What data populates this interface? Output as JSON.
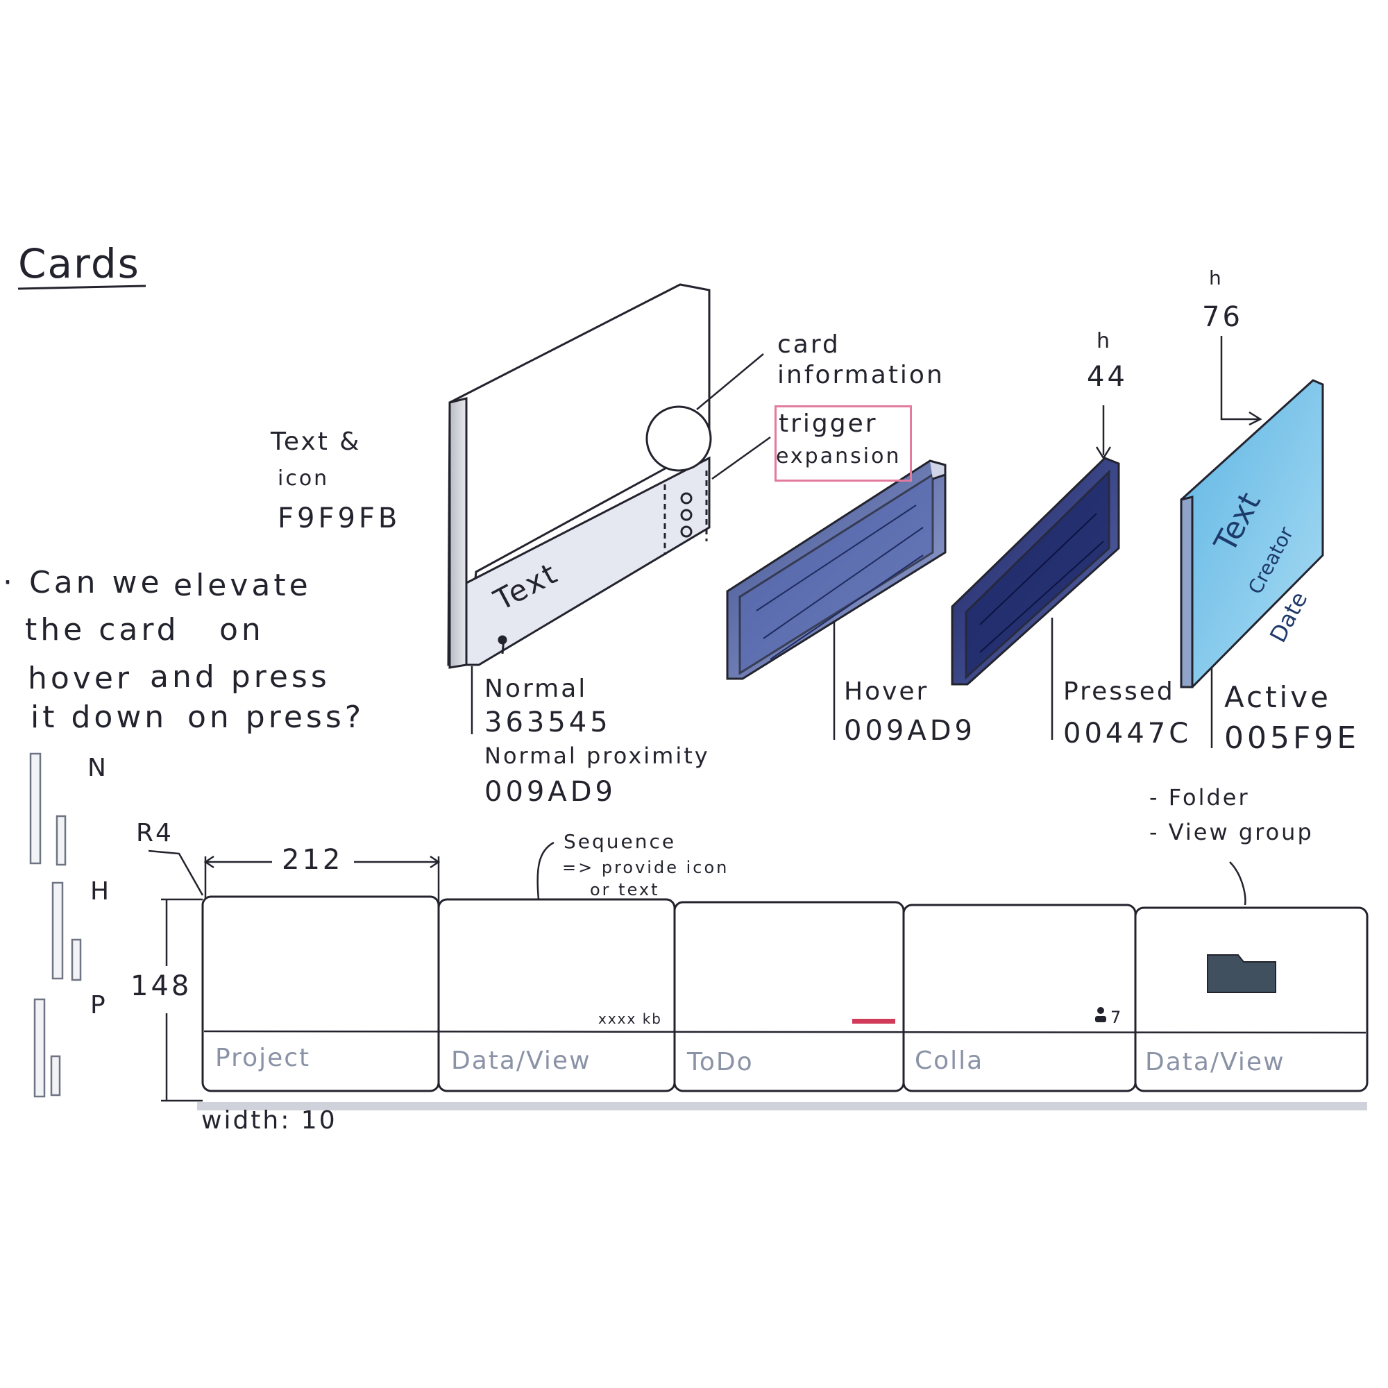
{
  "title": "Cards",
  "question": [
    "· Can we",
    "elevate",
    "the card",
    "on",
    "hover",
    "and press",
    "it down",
    "on press?"
  ],
  "text_icon": {
    "line1": "Text &",
    "line2": "icon",
    "hex": "F9F9FB"
  },
  "card_information": {
    "line1": "card",
    "line2": "information"
  },
  "trigger_expansion": {
    "line1": "trigger",
    "line2": "expansion"
  },
  "card_text": "Text",
  "states": {
    "normal": {
      "label": "Normal",
      "hex": "363545",
      "proximity_label": "Normal proximity",
      "proximity_hex": "009AD9"
    },
    "hover": {
      "label": "Hover",
      "hex": "009AD9"
    },
    "pressed": {
      "label": "Pressed",
      "hex": "00447C"
    },
    "active": {
      "label": "Active",
      "hex": "005F9E"
    }
  },
  "heights": {
    "pressed_h_label": "h",
    "pressed_h": "44",
    "active_h_label": "h",
    "active_h": "76"
  },
  "active_card": {
    "line1": "Text",
    "line2": "Creator",
    "line3": "Date"
  },
  "mini_states": [
    "N",
    "H",
    "P"
  ],
  "dimensions": {
    "radius": "R4",
    "width": "212",
    "height": "148",
    "stroke": "width: 10"
  },
  "sequence_note": {
    "line1": "Sequence",
    "line2": "=> provide icon",
    "line3": "or text"
  },
  "folder_note": {
    "line1": "- Folder",
    "line2": "- View group"
  },
  "cards": [
    {
      "label": "Project",
      "meta": ""
    },
    {
      "label": "Data/View",
      "meta": "xxxx kb"
    },
    {
      "label": "ToDo",
      "meta": ""
    },
    {
      "label": "Colla",
      "meta": "7"
    },
    {
      "label": "Data/View",
      "meta": ""
    }
  ],
  "colors": {
    "ink": "#23232e",
    "card_fill": "#F9F9FB",
    "normal": "#363545",
    "hover": "#009AD9",
    "pressed": "#00447C",
    "active": "#005F9E",
    "active_sketch": "#7cc6ea",
    "todo_accent": "#d23a5a",
    "folder": "#41505e",
    "highlight_box": "#e27b9c"
  }
}
